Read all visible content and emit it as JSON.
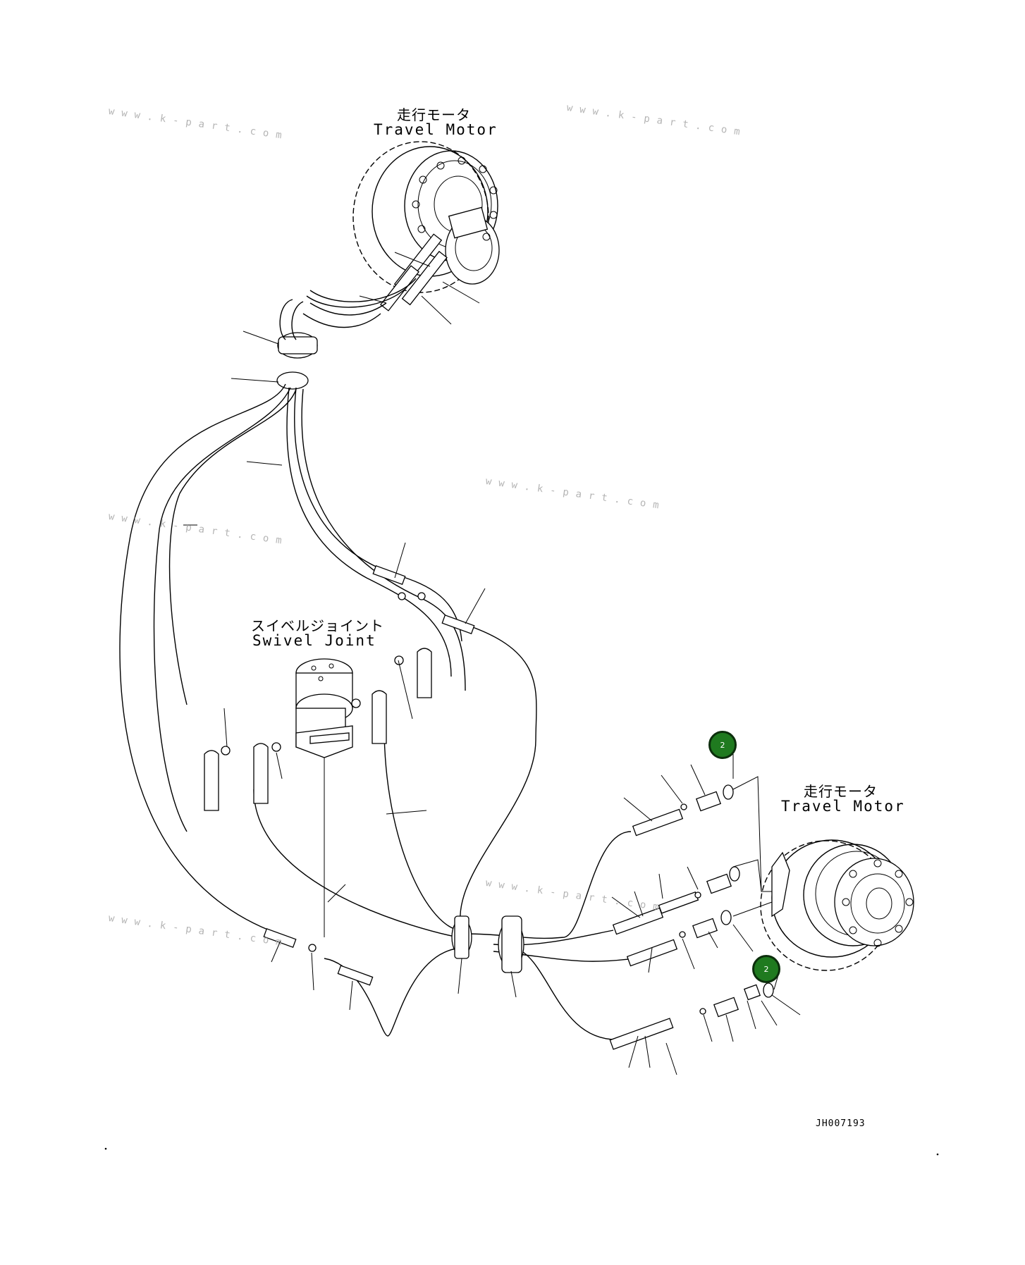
{
  "labels": {
    "travel_motor_top_jp": "走行モータ",
    "travel_motor_top_en": "Travel Motor",
    "travel_motor_right_jp": "走行モータ",
    "travel_motor_right_en": "Travel Motor",
    "swivel_joint_jp": "スイベルジョイント",
    "swivel_joint_en": "Swivel Joint"
  },
  "callouts": [
    {
      "number": "2",
      "color": "#1f7a1f"
    },
    {
      "number": "2",
      "color": "#1f7a1f"
    }
  ],
  "drawing_id": "JH007193",
  "watermark": "www.k-part.com"
}
